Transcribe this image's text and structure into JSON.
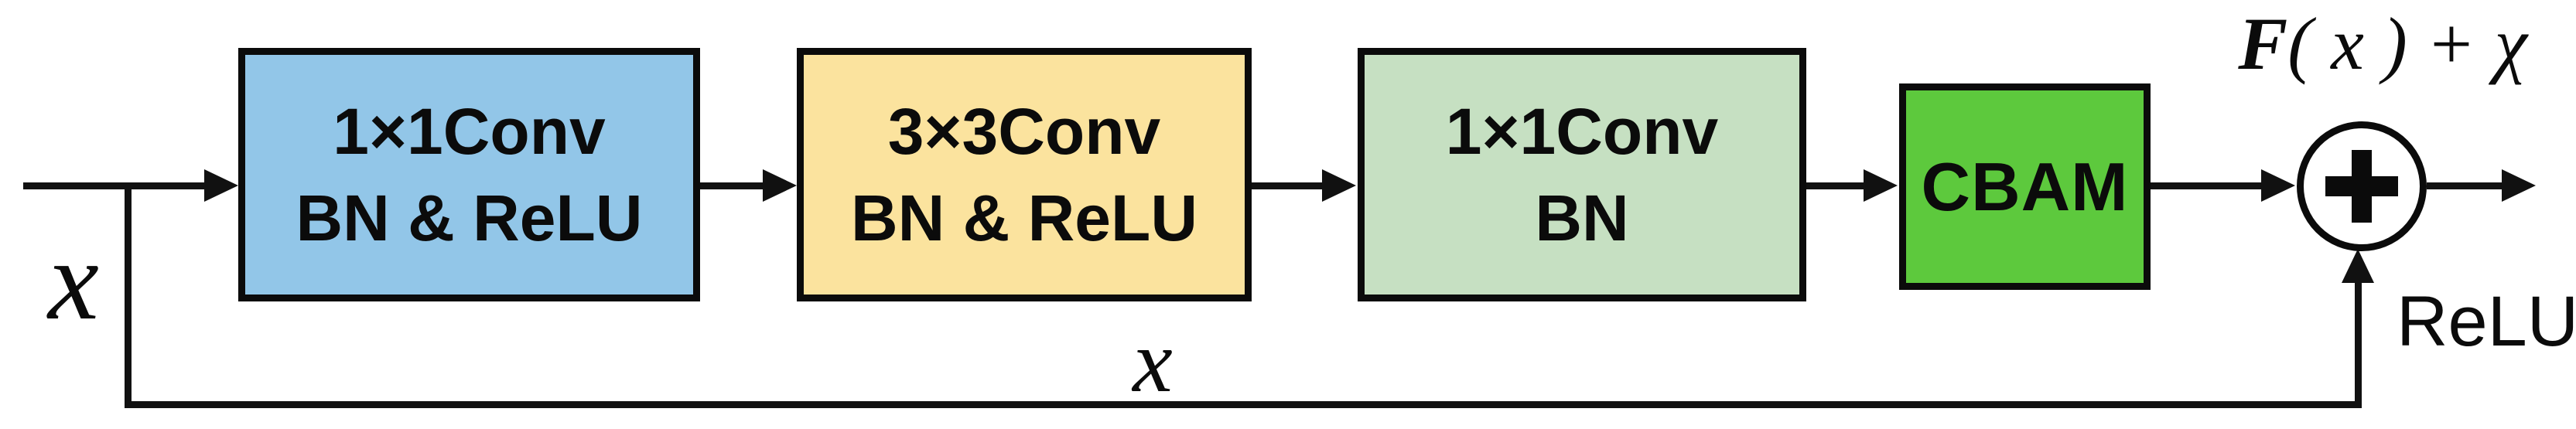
{
  "diagram": {
    "labels": {
      "input_x": "x",
      "skip_x": "x",
      "relu": "ReLU",
      "plus_symbol": "+"
    },
    "output_formula": {
      "f": "F",
      "rest": "( x ) + χ"
    },
    "blocks": [
      {
        "id": "conv1",
        "line1": "1×1Conv",
        "line2": "BN & ReLU",
        "fill": "#92C6E8"
      },
      {
        "id": "conv2",
        "line1": "3×3Conv",
        "line2": "BN & ReLU",
        "fill": "#FBE39E"
      },
      {
        "id": "conv3",
        "line1": "1×1Conv",
        "line2": "BN",
        "fill": "#C6E0C2"
      },
      {
        "id": "cbam",
        "line1": "CBAM",
        "line2": "",
        "fill": "#5DC93D"
      }
    ],
    "colors": {
      "line": "#111111",
      "border": "#0b0b0b",
      "text": "#0b0b0b",
      "background": "#ffffff"
    }
  }
}
